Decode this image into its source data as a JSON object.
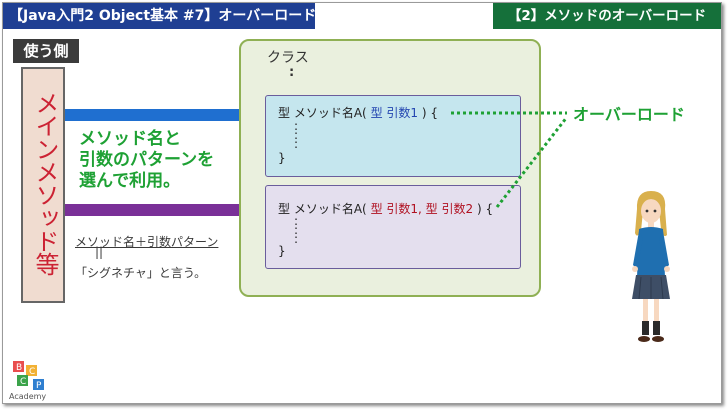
{
  "header": {
    "left_title": "【Java入門2 Object基本 #7】オーバーロード",
    "right_title": "【2】メソッドのオーバーロード"
  },
  "caller": {
    "tag": "使う側",
    "label": "メインメソッド等"
  },
  "explain": {
    "line1": "メソッド名と",
    "line2": "引数のパターンを",
    "line3": "選んで利用。"
  },
  "signature": {
    "formula": "メソッド名＋引数パターン",
    "equals": "||",
    "say": "「シグネチャ」と言う。"
  },
  "class_box": {
    "title": "クラス",
    "colon": ":"
  },
  "method1": {
    "type": "型",
    "name": "メソッド名A(",
    "arg": "型 引数1",
    "close": ") {",
    "dot": ":",
    "end": "}"
  },
  "method2": {
    "type": "型",
    "name": "メソッド名A(",
    "arg1": "型 引数1,",
    "arg2": "型 引数2",
    "close": ") {",
    "dot": ":",
    "end": "}"
  },
  "overload_label": "オーバーロード",
  "logo": {
    "text": "Academy"
  },
  "colors": {
    "header_blue": "#1f3f93",
    "header_green": "#15703a",
    "arrow_blue": "#1f6fd0",
    "arrow_purple": "#7a3098",
    "accent_green": "#1ea134"
  }
}
